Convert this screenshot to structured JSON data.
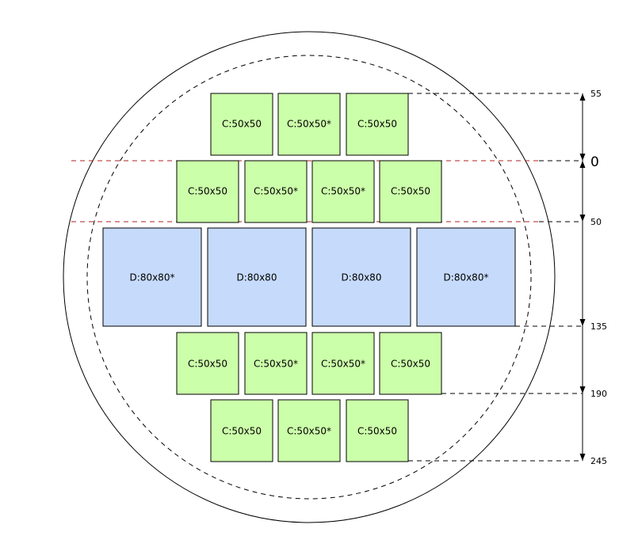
{
  "colors": {
    "c_block_fill": "#ccffaa",
    "d_block_fill": "#c6dafc",
    "block_stroke": "#000000",
    "reference_line": "#b22222",
    "dimension_line": "#000000"
  },
  "scale": {
    "zero_label": "0",
    "ticks": [
      {
        "label": "55",
        "value": -55
      },
      {
        "label": "50",
        "value": 50
      },
      {
        "label": "135",
        "value": 135
      },
      {
        "label": "190",
        "value": 190
      },
      {
        "label": "245",
        "value": 245
      }
    ]
  },
  "rows": [
    {
      "kind": "C",
      "labels": [
        "C:50x50",
        "C:50x50*",
        "C:50x50"
      ]
    },
    {
      "kind": "C",
      "labels": [
        "C:50x50",
        "C:50x50*",
        "C:50x50*",
        "C:50x50"
      ]
    },
    {
      "kind": "D",
      "labels": [
        "D:80x80*",
        "D:80x80",
        "D:80x80",
        "D:80x80*"
      ]
    },
    {
      "kind": "C",
      "labels": [
        "C:50x50",
        "C:50x50*",
        "C:50x50*",
        "C:50x50"
      ]
    },
    {
      "kind": "C",
      "labels": [
        "C:50x50",
        "C:50x50*",
        "C:50x50"
      ]
    }
  ]
}
